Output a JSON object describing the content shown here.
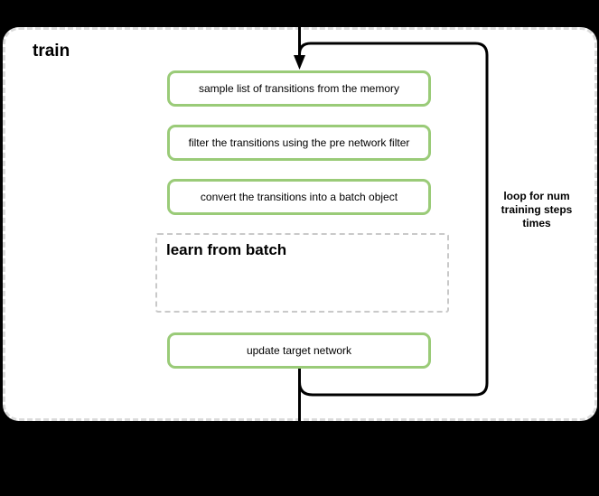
{
  "diagram": {
    "title": "train",
    "steps": [
      {
        "label": "sample list of transitions from the memory"
      },
      {
        "label": "filter the transitions using the pre network filter"
      },
      {
        "label": "convert the transitions into a batch object"
      },
      {
        "label": "update target network"
      }
    ],
    "subprocess": {
      "label": "learn from batch"
    },
    "loop": {
      "label": "loop for num training steps times"
    },
    "icons": {
      "flow_arrow": "down-arrow-icon"
    },
    "colors": {
      "canvas_background": "#000000",
      "shape_fill": "#FFFFFF",
      "step_border": "#9ACB78",
      "container_border": "#DBDBDB",
      "subprocess_border": "#C9C9C9",
      "flow_stroke": "#000000",
      "text": "#000000"
    }
  }
}
